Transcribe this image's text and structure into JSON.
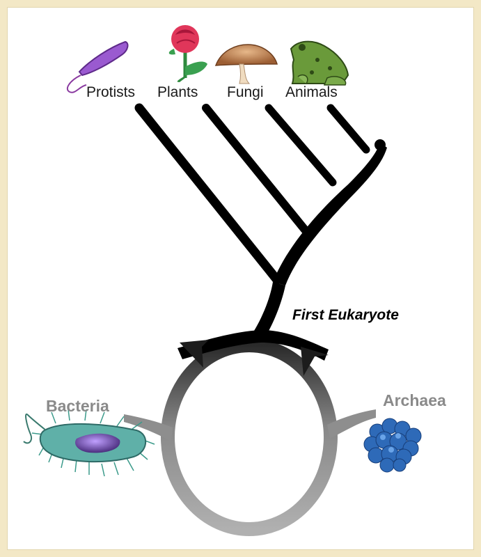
{
  "labels": {
    "protists": "Protists",
    "plants": "Plants",
    "fungi": "Fungi",
    "animals": "Animals",
    "first_eukaryote": "First Eukaryote",
    "bacteria": "Bacteria",
    "archaea": "Archaea"
  },
  "colors": {
    "frame": "#f3e8c6",
    "tree": "#000000",
    "ring_top": "#3a3a3a",
    "ring_bottom": "#a8a8a8",
    "label_gray": "#8a8a8a"
  },
  "icons": {
    "protist": "protist-icon",
    "plant": "rose-icon",
    "fungus": "mushroom-icon",
    "animal": "frog-icon",
    "bacterium": "bacterium-icon",
    "archaeon": "archaea-cluster-icon"
  }
}
